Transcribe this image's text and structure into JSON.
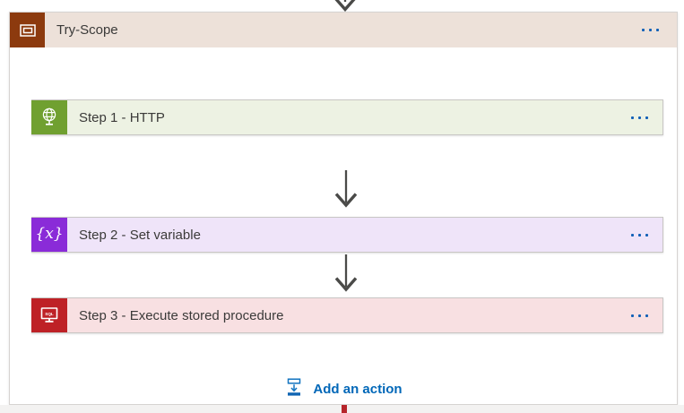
{
  "scope": {
    "title": "Try-Scope",
    "icon": "scope-frame-icon",
    "icon_bg": "#8C3A0E",
    "header_bg": "#EDE1D9",
    "menu_icon": "ellipsis-icon"
  },
  "steps": [
    {
      "title": "Step 1 - HTTP",
      "icon": "http-globe-icon",
      "icon_bg": "#70A030",
      "row_bg": "#EDF2E3"
    },
    {
      "title": "Step 2 - Set variable",
      "icon": "variable-icon",
      "icon_glyph": "{x}",
      "icon_bg": "#8A2BD8",
      "row_bg": "#EFE4F9"
    },
    {
      "title": "Step 3 - Execute stored procedure",
      "icon": "sql-server-icon",
      "icon_label": "SQL",
      "icon_bg": "#BE2126",
      "row_bg": "#F8E0E2"
    }
  ],
  "add_action": {
    "label": "Add an action",
    "icon": "add-step-icon",
    "color": "#0067B8"
  },
  "connectors": {
    "arrow_color": "#4A4A48",
    "error_color": "#B6252B"
  },
  "colors": {
    "canvas": "#FFFFFF",
    "outside_bg": "#F3F2F1",
    "row_border": "#C8C6C4",
    "scope_border": "#D6D3D1",
    "title_text": "#3B3A39",
    "menu_blue": "#1160B7"
  }
}
